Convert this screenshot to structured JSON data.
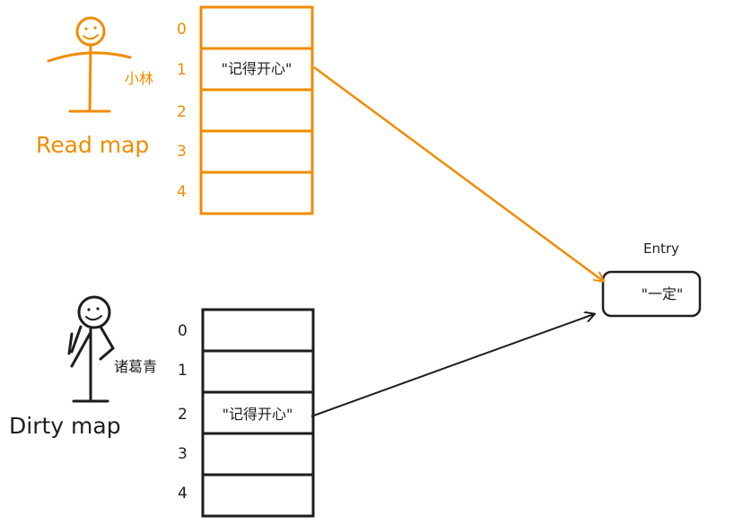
{
  "colors": {
    "read": "#F08C00",
    "dirty": "#1E1E1E",
    "background": "#FFFFFF"
  },
  "read_map": {
    "title": "Read map",
    "person_label": "小林",
    "indices": [
      "0",
      "1",
      "2",
      "3",
      "4"
    ],
    "cells": [
      "",
      "\"记得开心\"",
      "",
      "",
      ""
    ]
  },
  "dirty_map": {
    "title": "Dirty map",
    "person_label": "诸葛青",
    "indices": [
      "0",
      "1",
      "2",
      "3",
      "4"
    ],
    "cells": [
      "",
      "",
      "\"记得开心\"",
      "",
      ""
    ]
  },
  "entry": {
    "title": "Entry",
    "value": "\"一定\""
  }
}
